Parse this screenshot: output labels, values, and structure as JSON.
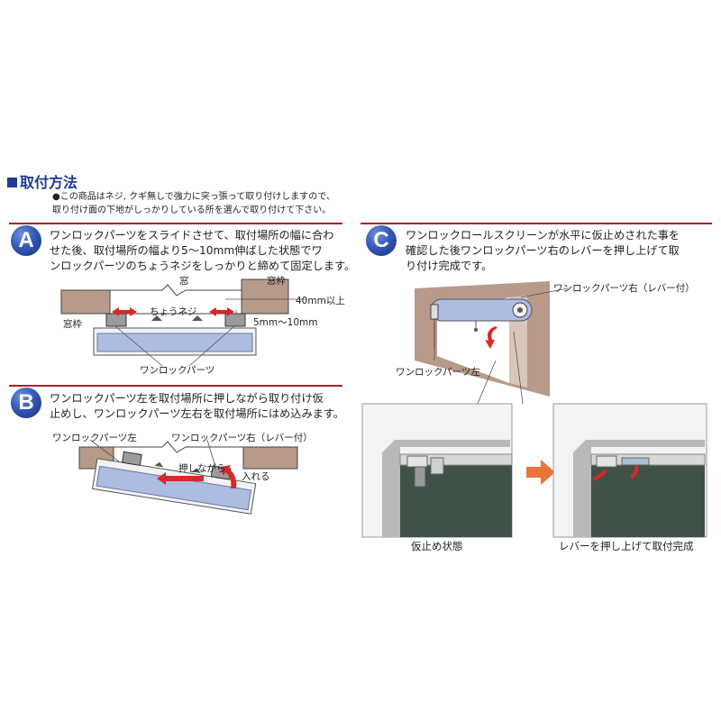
{
  "header": {
    "title": "取付方法",
    "notes": [
      "●この商品はネジ, クギ無しで強力に突っ張って取り付けしますので、",
      "取り付け面の下地がしっかりしている所を選んで取り付けて下さい。"
    ]
  },
  "colors": {
    "title": "#1f3a93",
    "rule": "#a82030",
    "badge": "#3559b8",
    "arrow": "#d8282a",
    "screen": "#aebce2",
    "frame": "#b89a8a"
  },
  "step_a": {
    "badge": "A",
    "lines": [
      "ワンロックパーツをスライドさせて、取付場所の幅に合わ",
      "せた後、取付場所の幅より5～10mm伸ばした状態でワ",
      "ンロックパーツのちょうネジをしっかりと締めて固定します。"
    ],
    "labels": {
      "window": "窓",
      "frame_right": "窓枠",
      "frame_left": "窓枠",
      "screw": "ちょうネジ",
      "gap40": "40mm以上",
      "gap510": "5mm～10mm",
      "parts": "ワンロックパーツ"
    }
  },
  "step_b": {
    "badge": "B",
    "lines": [
      "ワンロックパーツ左を取付場所に押しながら取り付け仮",
      "止めし、ワンロックパーツ左右を取付場所にはめ込みます。"
    ],
    "labels": {
      "left_part": "ワンロックパーツ左",
      "right_part": "ワンロックパーツ右（レバー付）",
      "push": "押しながら",
      "insert": "入れる"
    }
  },
  "step_c": {
    "badge": "C",
    "lines": [
      "ワンロックロールスクリーンが水平に仮止めされた事を",
      "確認した後ワンロックパーツ右のレバーを押し上げて取",
      "り付け完成です。"
    ],
    "labels": {
      "right_part": "ワンロックパーツ右（レバー付）",
      "left_part": "ワンロックパーツ左"
    },
    "captions": {
      "temporary": "仮止め状態",
      "complete": "レバーを押し上げて取付完成"
    }
  }
}
